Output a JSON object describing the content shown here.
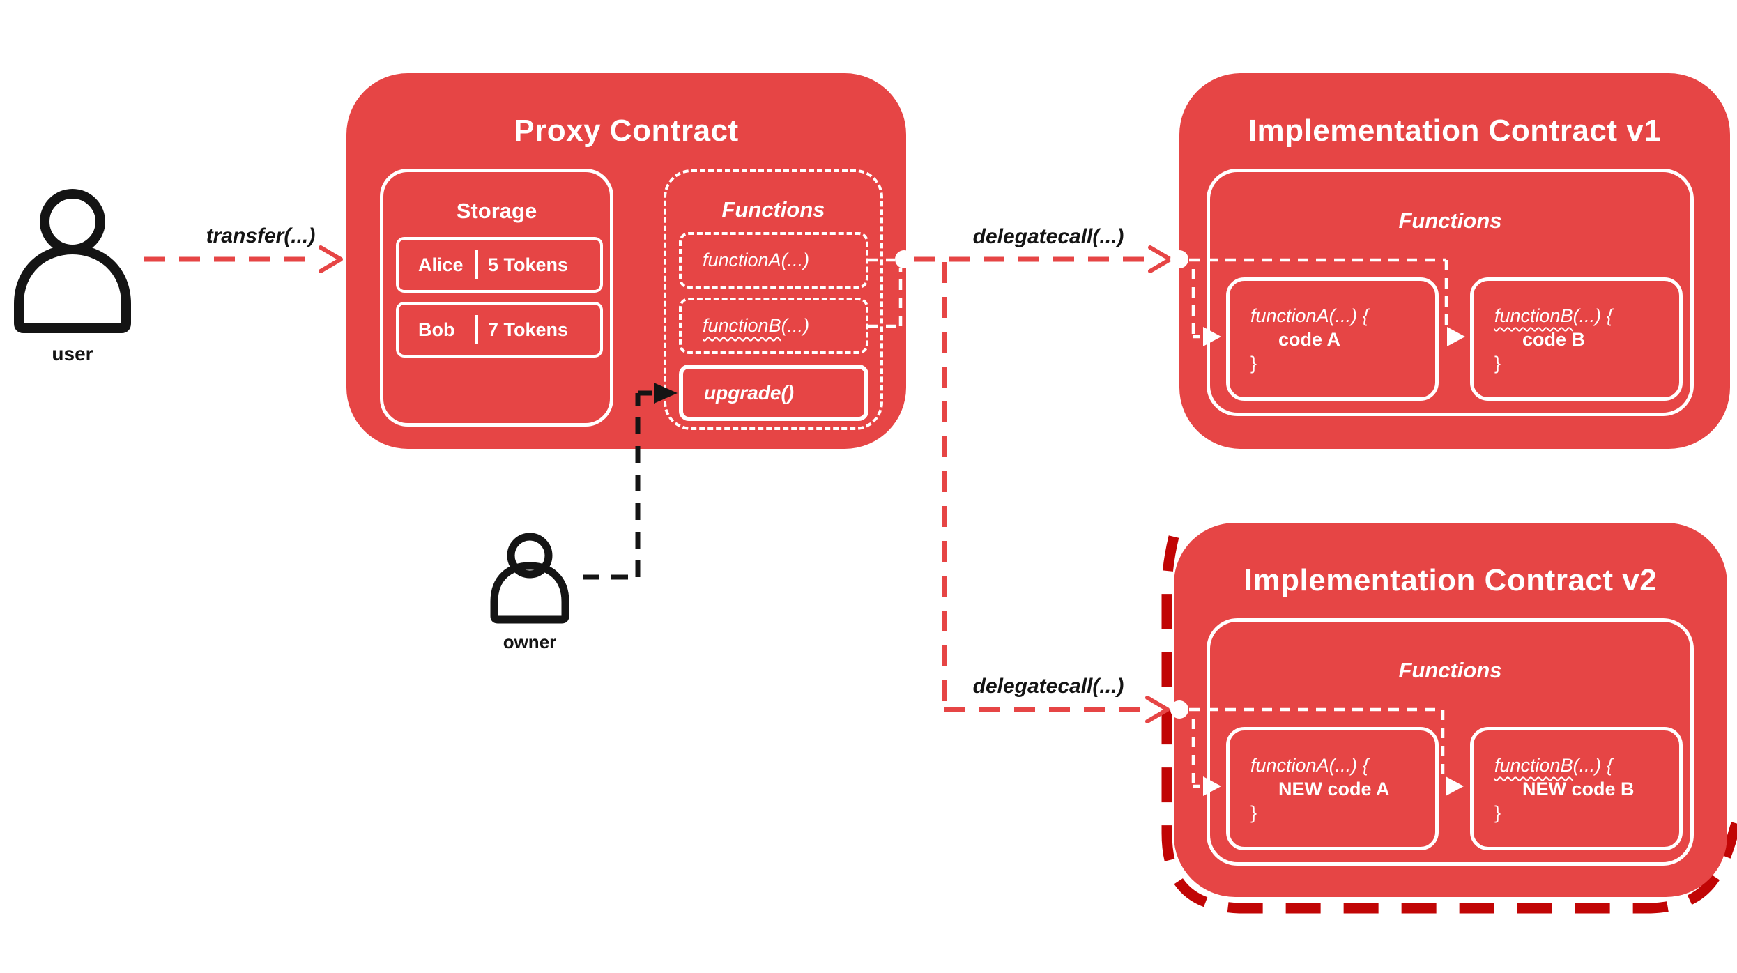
{
  "colors": {
    "box_red": "#E64545",
    "highlight_dash_red": "#C10505",
    "line_black": "#141414",
    "white": "#FFFFFF"
  },
  "actors": {
    "user_label": "user",
    "owner_label": "owner"
  },
  "edges": {
    "transfer_label": "transfer(...)",
    "delegatecall_v1_label": "delegatecall(...)",
    "delegatecall_v2_label": "delegatecall(...)"
  },
  "proxy": {
    "title": "Proxy Contract",
    "storage": {
      "title": "Storage",
      "rows": [
        {
          "name": "Alice",
          "amount": "5 Tokens"
        },
        {
          "name": "Bob",
          "amount": "7 Tokens"
        }
      ]
    },
    "functions": {
      "title": "Functions",
      "function_a": "functionA(...)",
      "function_b_name": "functionB",
      "function_b_rest": "(...)",
      "upgrade": "upgrade()"
    }
  },
  "impl_v1": {
    "title": "Implementation Contract v1",
    "functions_title": "Functions",
    "function_a": {
      "line1": "functionA(...) {",
      "line2": "code A",
      "line3": "}"
    },
    "function_b": {
      "line1_name": "functionB",
      "line1_rest": "(...) {",
      "line2": "code B",
      "line3": "}"
    }
  },
  "impl_v2": {
    "title": "Implementation Contract v2",
    "functions_title": "Functions",
    "function_a": {
      "line1": "functionA(...) {",
      "line2": "NEW code A",
      "line3": "}"
    },
    "function_b": {
      "line1_name": "functionB",
      "line1_rest": "(...) {",
      "line2": "NEW code B",
      "line3": "}"
    }
  }
}
